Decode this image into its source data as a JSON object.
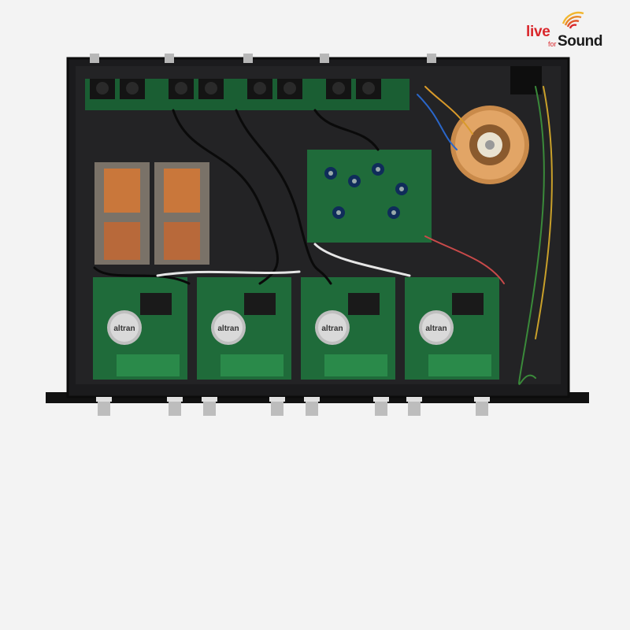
{
  "brand": {
    "word_live": "live",
    "word_for": "for",
    "word_sound": "Sound",
    "color_red": "#d9262b",
    "color_dark": "#1a1a1a",
    "icon": "signal-waves-icon"
  },
  "photo": {
    "board_label_brand": "altran",
    "colors": {
      "background": "#f3f3f3",
      "chassis": "#1b1b1d",
      "pcb_green": "#1f6b3a",
      "copper": "#c9773b",
      "toroid": "#d99a5a"
    }
  }
}
